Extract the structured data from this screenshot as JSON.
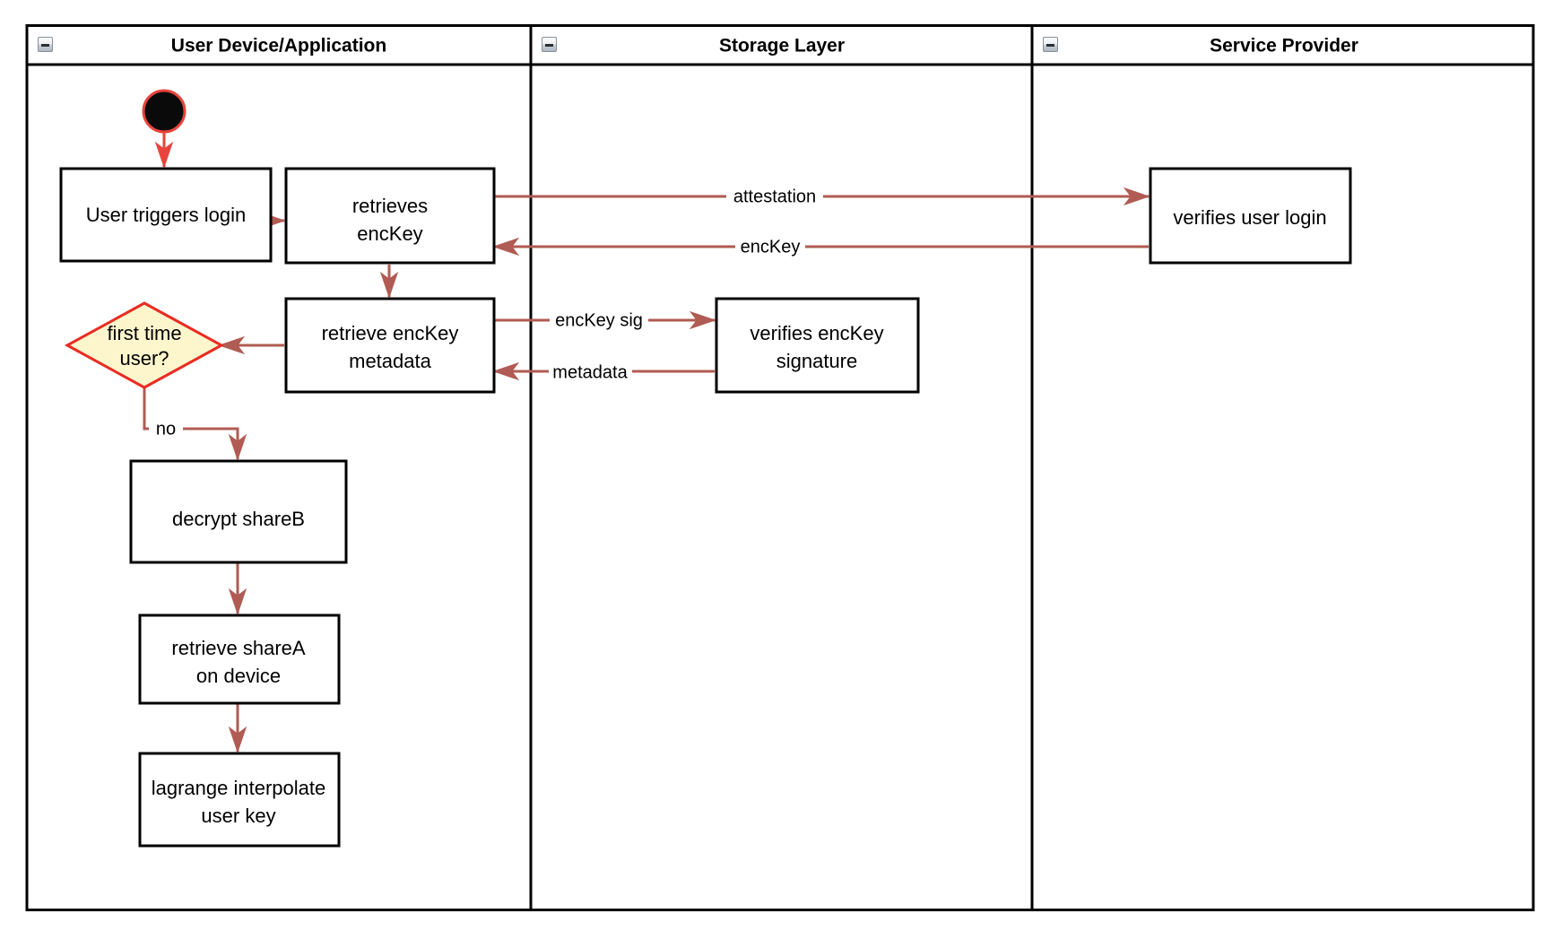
{
  "diagram": {
    "type": "swimlane-activity-diagram",
    "background": "#ffffff",
    "colors": {
      "edge": "#b05b53",
      "start_ring": "#e8443c",
      "decision_fill": "#fdf6cd",
      "decision_stroke": "#ea2b21",
      "node_stroke": "#000000",
      "node_fill": "#ffffff"
    },
    "lanes": [
      {
        "id": "lane-user-device",
        "label": "User Device/Application",
        "collapse_icon": "collapse-minus-icon"
      },
      {
        "id": "lane-storage",
        "label": "Storage Layer",
        "collapse_icon": "collapse-minus-icon"
      },
      {
        "id": "lane-service-provider",
        "label": "Service Provider",
        "collapse_icon": "collapse-minus-icon"
      }
    ],
    "nodes": [
      {
        "id": "start",
        "shape": "start-circle",
        "lane": "lane-user-device",
        "label": ""
      },
      {
        "id": "user-triggers-login",
        "shape": "rect",
        "lane": "lane-user-device",
        "lines": [
          "User triggers login"
        ]
      },
      {
        "id": "retrieves-enckey",
        "shape": "rect",
        "lane": "lane-user-device",
        "lines": [
          "retrieves",
          "encKey"
        ]
      },
      {
        "id": "retrieve-enckey-metadata",
        "shape": "rect",
        "lane": "lane-user-device",
        "lines": [
          "retrieve encKey",
          "metadata"
        ]
      },
      {
        "id": "first-time-user",
        "shape": "diamond",
        "lane": "lane-user-device",
        "lines": [
          "first time",
          "user?"
        ]
      },
      {
        "id": "decrypt-shareb",
        "shape": "rect",
        "lane": "lane-user-device",
        "lines": [
          "decrypt shareB"
        ]
      },
      {
        "id": "retrieve-sharea-on-device",
        "shape": "rect",
        "lane": "lane-user-device",
        "lines": [
          "retrieve shareA",
          "on device"
        ]
      },
      {
        "id": "lagrange-interpolate-user-key",
        "shape": "rect",
        "lane": "lane-user-device",
        "lines": [
          "lagrange interpolate",
          "user key"
        ]
      },
      {
        "id": "verifies-enckey-signature",
        "shape": "rect",
        "lane": "lane-storage",
        "lines": [
          "verifies encKey",
          "signature"
        ]
      },
      {
        "id": "verifies-user-login",
        "shape": "rect",
        "lane": "lane-service-provider",
        "lines": [
          "verifies user login"
        ]
      }
    ],
    "edges": [
      {
        "id": "edge-start-to-login",
        "from": "start",
        "to": "user-triggers-login",
        "label": ""
      },
      {
        "id": "edge-login-to-retrieves",
        "from": "user-triggers-login",
        "to": "retrieves-enckey",
        "label": ""
      },
      {
        "id": "edge-attestation",
        "from": "retrieves-enckey",
        "to": "verifies-user-login",
        "label": "attestation"
      },
      {
        "id": "edge-enckey",
        "from": "verifies-user-login",
        "to": "retrieves-enckey",
        "label": "encKey"
      },
      {
        "id": "edge-retrieves-to-metadata",
        "from": "retrieves-enckey",
        "to": "retrieve-enckey-metadata",
        "label": ""
      },
      {
        "id": "edge-enckey-sig",
        "from": "retrieve-enckey-metadata",
        "to": "verifies-enckey-signature",
        "label": "encKey sig"
      },
      {
        "id": "edge-metadata",
        "from": "verifies-enckey-signature",
        "to": "retrieve-enckey-metadata",
        "label": "metadata"
      },
      {
        "id": "edge-metadata-to-decision",
        "from": "retrieve-enckey-metadata",
        "to": "first-time-user",
        "label": ""
      },
      {
        "id": "edge-decision-no",
        "from": "first-time-user",
        "to": "decrypt-shareb",
        "label": "no"
      },
      {
        "id": "edge-decrypt-to-sharea",
        "from": "decrypt-shareb",
        "to": "retrieve-sharea-on-device",
        "label": ""
      },
      {
        "id": "edge-sharea-to-lagrange",
        "from": "retrieve-sharea-on-device",
        "to": "lagrange-interpolate-user-key",
        "label": ""
      }
    ]
  }
}
